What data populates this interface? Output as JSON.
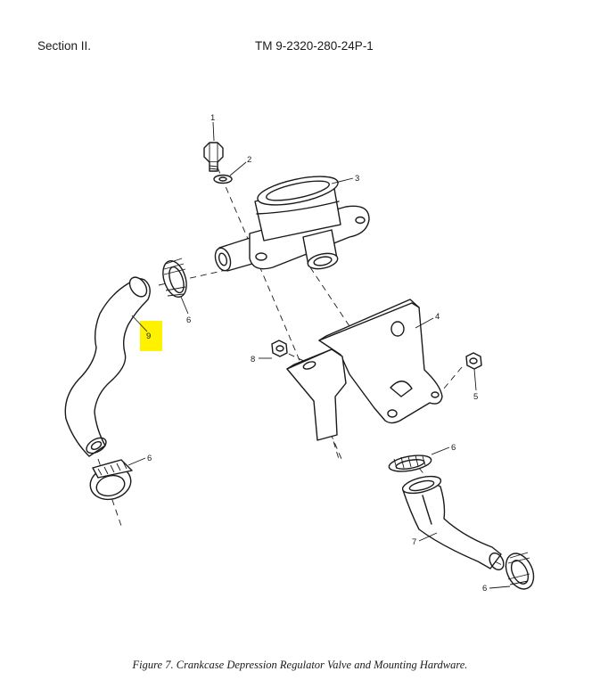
{
  "header": {
    "section": "Section II.",
    "doc_number": "TM 9-2320-280-24P-1"
  },
  "callouts": {
    "c1": "1",
    "c2": "2",
    "c3": "3",
    "c4": "4",
    "c5": "5",
    "c6a": "6",
    "c6b": "6",
    "c6c": "6",
    "c6d": "6",
    "c7": "7",
    "c8": "8",
    "c9": "9"
  },
  "highlight_color": "#FFF200",
  "caption": "Figure 7.  Crankcase Depression Regulator Valve and Mounting Hardware."
}
